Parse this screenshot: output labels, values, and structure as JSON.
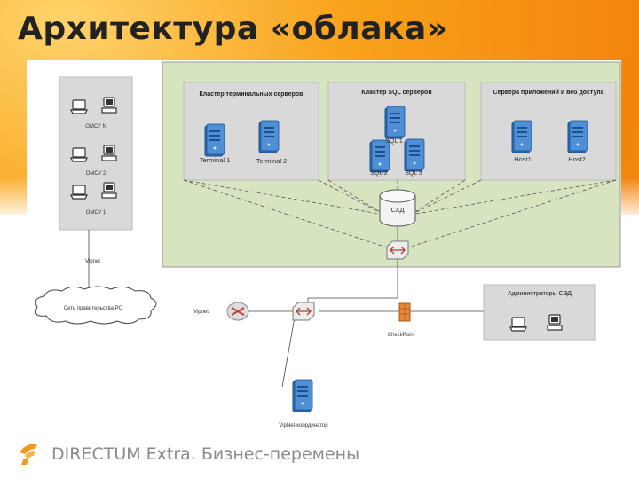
{
  "slide": {
    "title": "Архитектура «облака»",
    "footer": "DIRECTUM Extra. Бизнес-перемены"
  },
  "clients": {
    "pcs": [
      "ОМСУ N",
      "ОМСУ 2",
      "ОМСУ 1"
    ],
    "link_label": "Vipnet"
  },
  "cloud": {
    "clusters": [
      {
        "title": "Кластер терминальных серверов",
        "nodes": [
          "Terminal 1",
          "Terminal 2"
        ]
      },
      {
        "title": "Кластер SQL серверов",
        "nodes": [
          "SQL 1",
          "SQL 2",
          "SQL 3"
        ]
      },
      {
        "title": "Сервера приложений и веб доступа",
        "nodes": [
          "Host1",
          "Host2"
        ]
      }
    ],
    "storage": "СХД"
  },
  "network": {
    "gov_network": "Сеть правительства РО",
    "vipnet_label": "Vipnet",
    "firewall": "CheckPoint",
    "coordinator": "VipNet-координатор",
    "admins": "Администраторы СЭД"
  },
  "colors": {
    "cloud_zone": "#d6e4c0",
    "panel": "#d9d9d9",
    "server": "#2f6fb8",
    "firewall": "#e8883a"
  }
}
